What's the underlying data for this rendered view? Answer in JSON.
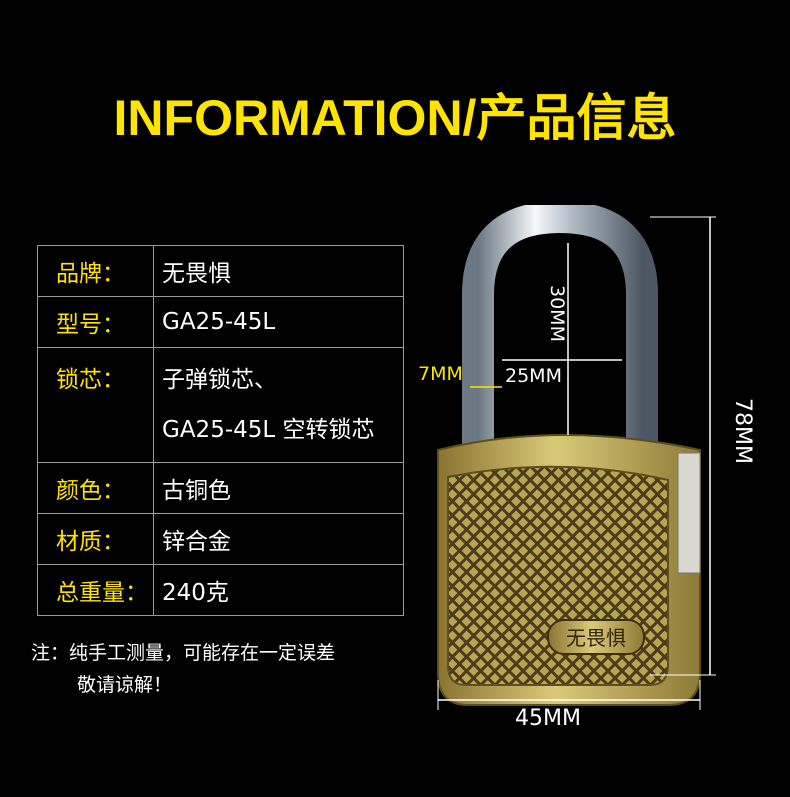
{
  "title": "INFORMATION/产品信息",
  "spec_table": [
    {
      "label": "品牌：",
      "values": [
        "无畏惧"
      ]
    },
    {
      "label": "型号：",
      "values": [
        "GA25-45L"
      ]
    },
    {
      "label": "锁芯：",
      "values": [
        "子弹锁芯、",
        "GA25-45L 空转锁芯"
      ]
    },
    {
      "label": "颜色：",
      "values": [
        "古铜色"
      ]
    },
    {
      "label": "材质：",
      "values": [
        "锌合金"
      ]
    },
    {
      "label": "总重量：",
      "values": [
        "240克"
      ]
    }
  ],
  "note": {
    "line1": "注：纯手工测量，可能存在一定误差",
    "line2": "敬请谅解！"
  },
  "dimensions": {
    "shackle_height": "30MM",
    "shackle_diameter": "7MM",
    "shackle_inner_width": "25MM",
    "total_height": "78MM",
    "body_width": "45MM"
  },
  "lock_logo": "无畏惧",
  "colors": {
    "title": "#ffe400",
    "label": "#ffe400",
    "body_bronze": "#b29a44"
  }
}
